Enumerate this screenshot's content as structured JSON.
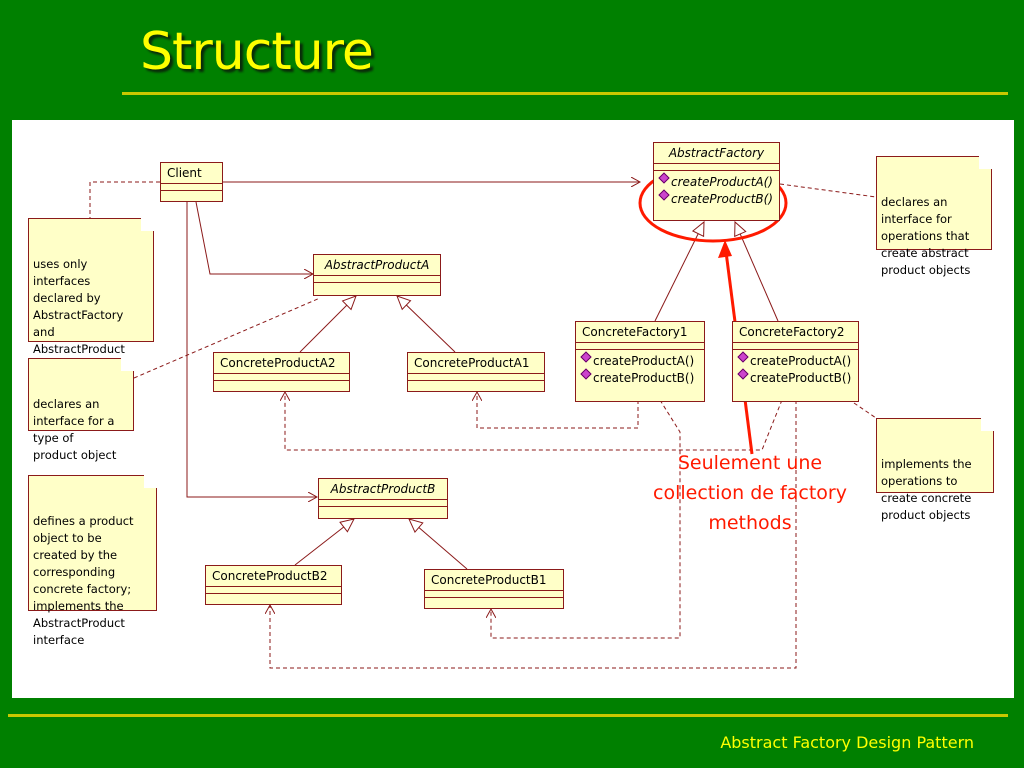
{
  "slide": {
    "title": "Structure",
    "footer": "Abstract Factory Design Pattern"
  },
  "colors": {
    "background": "#008000",
    "title": "#ffff00",
    "rule": "#c8c800",
    "uml_fill": "#ffffc8",
    "uml_border": "#8b1a1a",
    "highlight": "#ff1a00"
  },
  "classes": {
    "client": {
      "name": "Client"
    },
    "abstract_factory": {
      "name": "AbstractFactory",
      "ops": [
        "createProductA()",
        "createProductB()"
      ]
    },
    "concrete_factory1": {
      "name": "ConcreteFactory1",
      "ops": [
        "createProductA()",
        "createProductB()"
      ]
    },
    "concrete_factory2": {
      "name": "ConcreteFactory2",
      "ops": [
        "createProductA()",
        "createProductB()"
      ]
    },
    "abstract_product_a": {
      "name": "AbstractProductA"
    },
    "abstract_product_b": {
      "name": "AbstractProductB"
    },
    "concrete_product_a1": {
      "name": "ConcreteProductA1"
    },
    "concrete_product_a2": {
      "name": "ConcreteProductA2"
    },
    "concrete_product_b1": {
      "name": "ConcreteProductB1"
    },
    "concrete_product_b2": {
      "name": "ConcreteProductB2"
    }
  },
  "notes": {
    "client_note": "uses only\ninterfaces\ndeclared by\nAbstractFactory\nand\nAbstractProduct\nclasses",
    "product_a_note": "declares an\ninterface for a\ntype of\nproduct object",
    "product_b_note": "defines a product\nobject to be\ncreated by the\ncorresponding\nconcrete factory;\nimplements the\nAbstractProduct\ninterface",
    "factory_note": "declares an\ninterface for\noperations that\ncreate abstract\nproduct objects",
    "concrete_factory_note": "implements the\noperations to\ncreate concrete\nproduct objects"
  },
  "annotation": "Seulement une\ncollection de factory\nmethods"
}
